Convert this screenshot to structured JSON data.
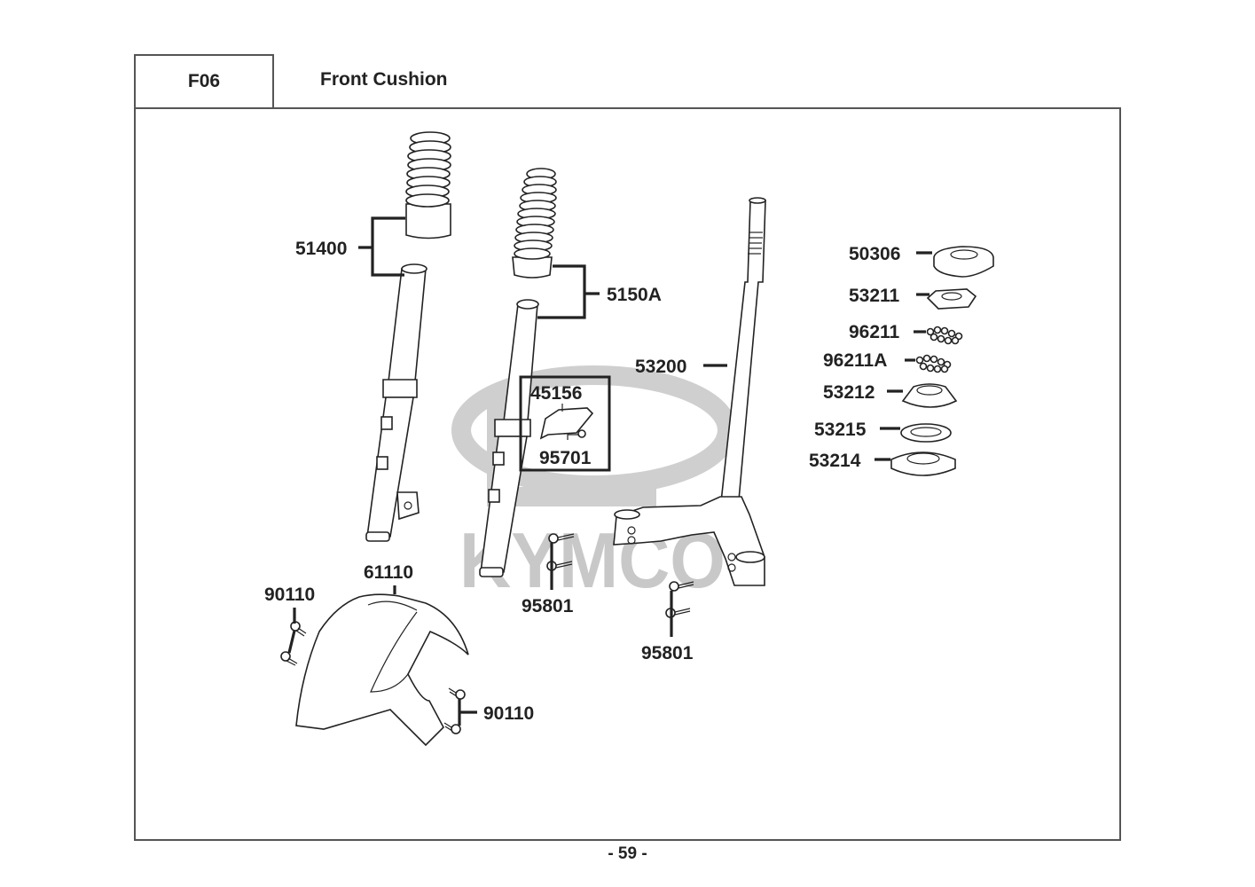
{
  "header": {
    "section_code": "F06",
    "section_title": "Front Cushion"
  },
  "watermark": {
    "brand": "KYMCO",
    "color": "#c8c8c8"
  },
  "parts": [
    {
      "id": "fork-boot-set-left",
      "number": "51400"
    },
    {
      "id": "fork-boot-set-right",
      "number": "5150A"
    },
    {
      "id": "steering-stem",
      "number": "53200"
    },
    {
      "id": "bracket",
      "number": "45156"
    },
    {
      "id": "bracket-bolt",
      "number": "95701"
    },
    {
      "id": "front-fender",
      "number": "61110"
    },
    {
      "id": "fender-screws-left",
      "number": "90110"
    },
    {
      "id": "fender-screws-right",
      "number": "90110"
    },
    {
      "id": "fork-bolts-left",
      "number": "95801"
    },
    {
      "id": "fork-bolts-right",
      "number": "95801"
    },
    {
      "id": "steering-nut",
      "number": "50306"
    },
    {
      "id": "lock-nut",
      "number": "53211"
    },
    {
      "id": "steel-balls-top",
      "number": "96211"
    },
    {
      "id": "steel-balls-bottom",
      "number": "96211A"
    },
    {
      "id": "top-cone-race",
      "number": "53212"
    },
    {
      "id": "dust-seal",
      "number": "53215"
    },
    {
      "id": "bottom-cone-race",
      "number": "53214"
    }
  ],
  "footer": {
    "page_number": "- 59 -"
  }
}
